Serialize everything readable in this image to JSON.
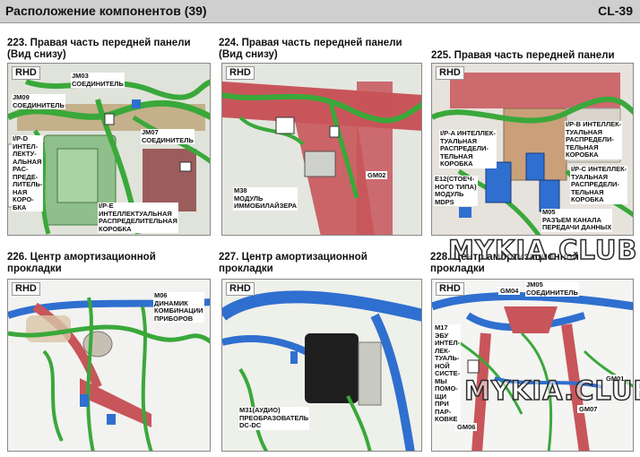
{
  "header": {
    "title": "Расположение компонентов (39)",
    "code": "CL-39"
  },
  "rhd": "RHD",
  "colors": {
    "header_bg": "#cfcfcf",
    "harness_green": "#3aa83a",
    "frame_red": "#c8555a",
    "frame_blue": "#2f6fcf",
    "panel_bg": "#e9ece4"
  },
  "panels": [
    {
      "caption": [
        "223. Правая часть передней панели",
        "(Вид снизу)"
      ],
      "labels": {
        "jm03": {
          "name": "JM03",
          "desc": [
            "СОЕДИНИТЕЛЬ"
          ]
        },
        "jm09": {
          "name": "JM09",
          "desc": [
            "СОЕДИНИТЕЛЬ"
          ]
        },
        "jm07": {
          "name": "JM07",
          "desc": [
            "СОЕДИНИТЕЛЬ"
          ]
        },
        "ipd": {
          "desc": [
            "I/P-D",
            "ИНТЕЛ-",
            "ЛЕКТУ-",
            "АЛЬНАЯ",
            "РАС-",
            "ПРЕДЕ-",
            "ЛИТЕЛЬ-",
            "НАЯ",
            "КОРО-",
            "БКА"
          ]
        },
        "ipe": {
          "desc": [
            "I/P-E",
            "ИНТЕЛЛЕКТУАЛЬНАЯ",
            "РАСПРЕДЕЛИТЕЛЬНАЯ",
            "КОРОБКА"
          ]
        }
      }
    },
    {
      "caption": [
        "224. Правая часть передней панели",
        "(Вид снизу)"
      ],
      "labels": {
        "gm02": "GM02",
        "m38": {
          "name": "M38",
          "desc": [
            "МОДУЛЬ",
            "ИММОБИЛАЙЗЕРА"
          ]
        }
      }
    },
    {
      "caption": [
        "225. Правая часть передней панели"
      ],
      "labels": {
        "ipa": {
          "desc": [
            "I/P-A ИНТЕЛЛЕК-",
            "ТУАЛЬНАЯ",
            "РАСПРЕДЕЛИ-",
            "ТЕЛЬНАЯ",
            "КОРОБКА"
          ]
        },
        "ipb": {
          "desc": [
            "I/P-B ИНТЕЛЛЕК-",
            "ТУАЛЬНАЯ",
            "РАСПРЕДЕЛИ-",
            "ТЕЛЬНАЯ",
            "КОРОБКА"
          ]
        },
        "ipc": {
          "desc": [
            "I/P-C ИНТЕЛЛЕК-",
            "ТУАЛЬНАЯ",
            "РАСПРЕДЕЛИ-",
            "ТЕЛЬНАЯ",
            "КОРОБКА"
          ]
        },
        "e12": {
          "desc": [
            "E12(СТОЕЧ-",
            "НОГО ТИПА)",
            "МОДУЛЬ",
            "MDPS"
          ]
        },
        "m05": {
          "name": "M05",
          "desc": [
            "РАЗЪЕМ КАНАЛА",
            "ПЕРЕДАЧИ ДАННЫХ"
          ]
        }
      }
    },
    {
      "caption": [
        "226. Центр амортизационной",
        "прокладки"
      ],
      "labels": {
        "m06": {
          "name": "M06",
          "desc": [
            "ДИНАМИК",
            "КОМБИНАЦИИ",
            "ПРИБОРОВ"
          ]
        }
      }
    },
    {
      "caption": [
        "227. Центр амортизационной",
        "прокладки"
      ],
      "labels": {
        "m31": {
          "desc": [
            "M31(АУДИО)",
            "ПРЕОБРАЗОВАТЕЛЬ",
            "DC-DC"
          ]
        }
      }
    },
    {
      "caption": [
        "228. Центр амортизационной",
        "прокладки"
      ],
      "labels": {
        "gm04": "GM04",
        "jm05": {
          "name": "JM05",
          "desc": [
            "СОЕДИНИТЕЛЬ"
          ]
        },
        "m17": {
          "name": "M17",
          "desc": [
            "ЭБУ",
            "ИНТЕЛ-",
            "ЛЕК-",
            "ТУАЛЬ-",
            "НОЙ",
            "СИСТЕ-",
            "МЫ",
            "ПОМО-",
            "ЩИ",
            "ПРИ",
            "ПАР-",
            "КОВКЕ"
          ]
        },
        "gm01": "GM01",
        "gm07": "GM07",
        "gm06": "GM06"
      }
    }
  ],
  "watermark": "MYKIA.CLUB"
}
